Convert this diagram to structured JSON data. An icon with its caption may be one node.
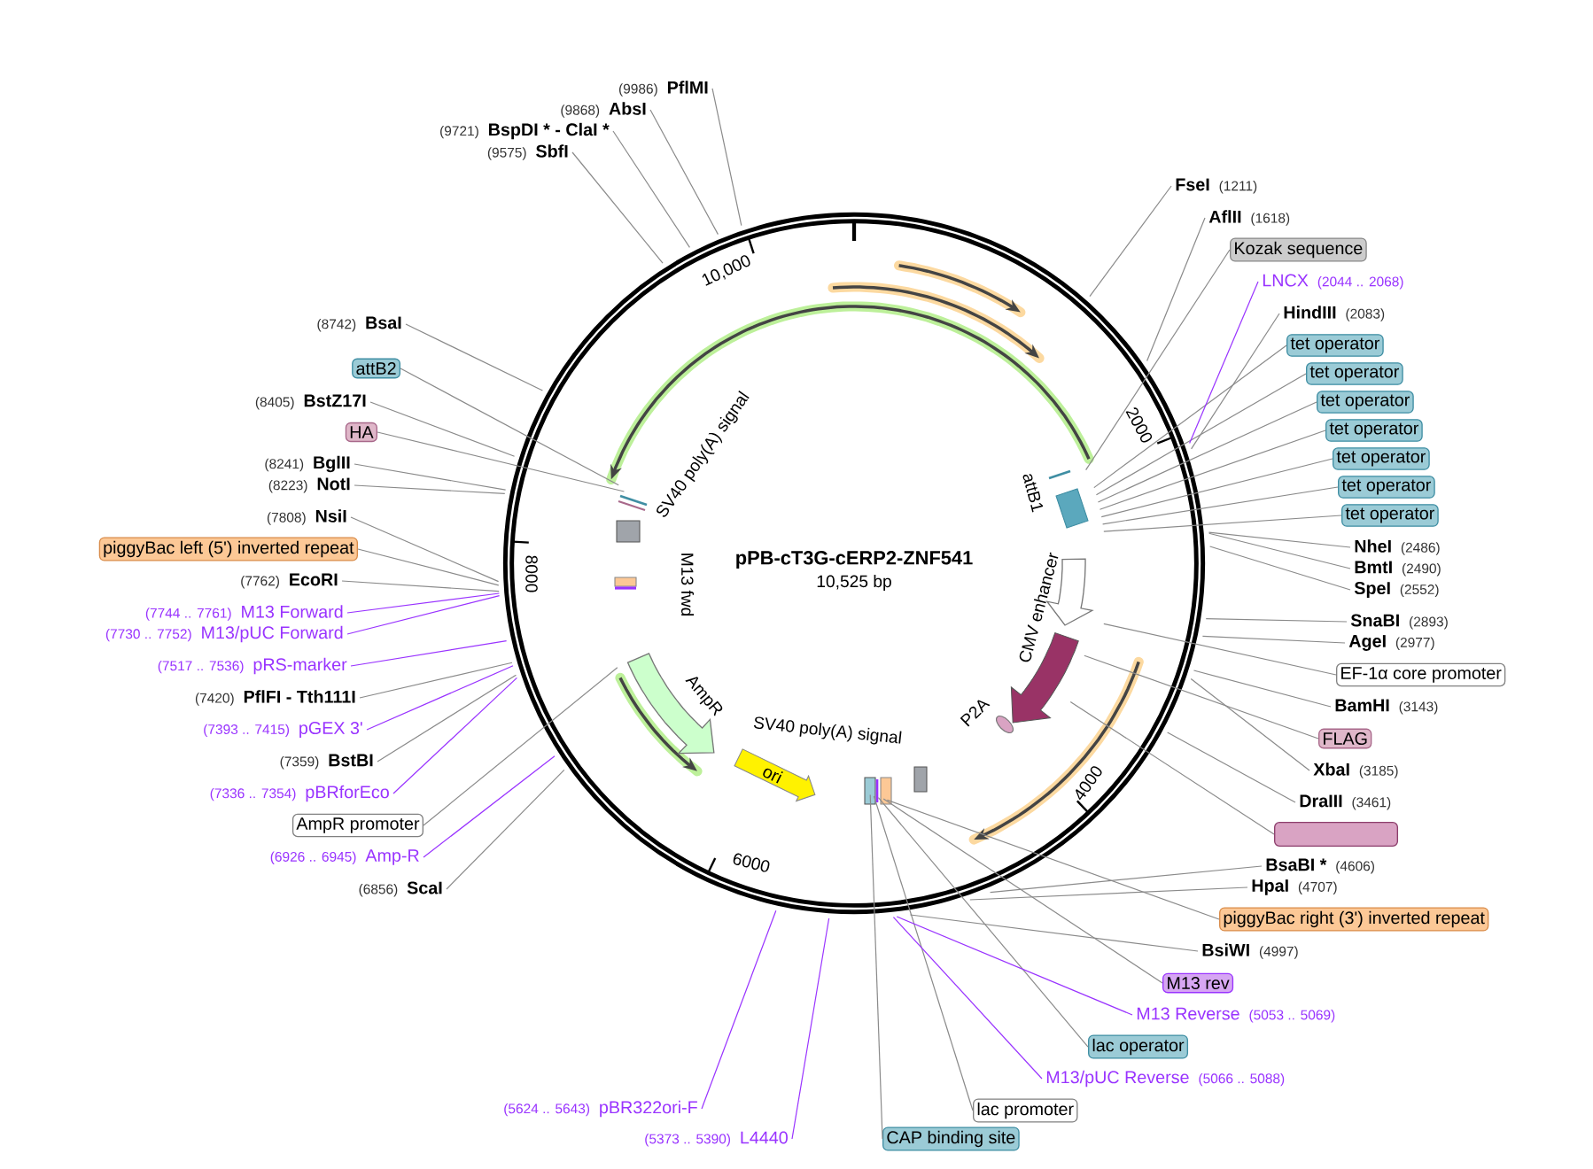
{
  "diagram": {
    "title": "pPB-cT3G-cERP2-ZNF541",
    "nodes": [
      {
        "text": [
          "(9986)",
          "PflMI"
        ]
      },
      {
        "text": [
          "(9868)",
          "AbsI"
        ]
      },
      {
        "text": [
          "(9721)",
          "BspDI * - ClaI *"
        ]
      },
      {
        "text": [
          "(9575)",
          "SbfI"
        ]
      },
      {
        "text": [
          "(8742)",
          "BsaI"
        ]
      },
      {
        "text": [
          "attB2"
        ]
      },
      {
        "text": [
          "(8405)",
          "BstZ17I"
        ]
      },
      {
        "text": [
          "HA"
        ]
      },
      {
        "text": [
          "(8241)",
          "BglII"
        ]
      },
      {
        "text": [
          "(8223)",
          "NotI"
        ]
      },
      {
        "text": [
          "(7808)",
          "NsiI"
        ]
      },
      {
        "text": [
          "piggyBac left (5') inverted repeat"
        ]
      },
      {
        "text": [
          "(7762)",
          "EcoRI"
        ]
      },
      {
        "text": [
          "(7744 .. 7761)",
          "M13 Forward"
        ]
      },
      {
        "text": [
          "(7730 .. 7752)",
          "M13/pUC Forward"
        ]
      },
      {
        "text": [
          "(7517 .. 7536)",
          "pRS-marker"
        ]
      },
      {
        "text": [
          "(7420)",
          "PflFI - Tth111I"
        ]
      },
      {
        "text": [
          "(7393 .. 7415)",
          "pGEX 3'"
        ]
      },
      {
        "text": [
          "(7359)",
          "BstBI"
        ]
      },
      {
        "text": [
          "(7336 .. 7354)",
          "pBRforEco"
        ]
      },
      {
        "text": [
          "AmpR promoter"
        ]
      },
      {
        "text": [
          "(6926 .. 6945)",
          "Amp-R"
        ]
      },
      {
        "text": [
          "(6856)",
          "ScaI"
        ]
      },
      {
        "text": [
          "(5624 .. 5643)",
          "pBR322ori-F"
        ]
      },
      {
        "text": [
          "(5373 .. 5390)",
          "L4440"
        ]
      },
      {
        "text": [
          "CAP binding site"
        ]
      },
      {
        "text": [
          "lac promoter"
        ]
      },
      {
        "text": [
          "M13/pUC Reverse",
          "(5066 .. 5088)"
        ]
      },
      {
        "text": [
          "lac operator"
        ]
      },
      {
        "text": [
          "M13 Reverse",
          "(5053 .. 5069)"
        ]
      },
      {
        "text": [
          "M13 rev"
        ]
      },
      {
        "text": [
          "BsiWI",
          "(4997)"
        ]
      },
      {
        "text": [
          "piggyBac right (3') inverted repeat"
        ]
      },
      {
        "text": [
          "HpaI",
          "(4707)"
        ]
      },
      {
        "text": [
          "BsaBI *",
          "(4606)"
        ]
      },
      {
        "text": [],
        "shape": "box"
      },
      {
        "text": [
          "DraIII",
          "(3461)"
        ]
      },
      {
        "text": [
          "XbaI",
          "(3185)"
        ]
      },
      {
        "text": [
          "FLAG"
        ]
      },
      {
        "text": [
          "BamHI",
          "(3143)"
        ]
      },
      {
        "text": [
          "EF-1α core promoter"
        ]
      },
      {
        "text": [
          "AgeI",
          "(2977)"
        ]
      },
      {
        "text": [
          "SnaBI",
          "(2893)"
        ]
      },
      {
        "text": [
          "SpeI",
          "(2552)"
        ]
      },
      {
        "text": [
          "BmtI",
          "(2490)"
        ]
      },
      {
        "text": [
          "NheI",
          "(2486)"
        ]
      },
      {
        "text": [
          "tet operator"
        ]
      },
      {
        "text": [
          "tet operator"
        ]
      },
      {
        "text": [
          "tet operator"
        ]
      },
      {
        "text": [
          "tet operator"
        ]
      },
      {
        "text": [
          "tet operator"
        ]
      },
      {
        "text": [
          "tet operator"
        ]
      },
      {
        "text": [
          "tet operator"
        ]
      },
      {
        "text": [
          "HindIII",
          "(2083)"
        ]
      },
      {
        "text": [
          "LNCX",
          "(2044 .. 2068)"
        ]
      },
      {
        "text": [
          "Kozak sequence"
        ]
      },
      {
        "text": [
          "AflII",
          "(1618)"
        ]
      },
      {
        "text": [
          "FseI",
          "(1211)"
        ]
      },
      {
        "text": [
          "ori"
        ]
      }
    ],
    "edges": [
      {
        "from": 0,
        "to": null,
        "arrow": "none"
      },
      {
        "from": 1,
        "to": null,
        "arrow": "none"
      },
      {
        "from": 2,
        "to": null,
        "arrow": "none"
      },
      {
        "from": 3,
        "to": null,
        "arrow": "none"
      },
      {
        "from": 4,
        "to": null,
        "arrow": "none"
      },
      {
        "from": 5,
        "to": null,
        "arrow": "none"
      },
      {
        "from": 6,
        "to": null,
        "arrow": "none"
      },
      {
        "from": 7,
        "to": null,
        "arrow": "none"
      },
      {
        "from": 8,
        "to": null,
        "arrow": "none"
      },
      {
        "from": 9,
        "to": null,
        "arrow": "none"
      },
      {
        "from": 10,
        "to": null,
        "arrow": "none"
      },
      {
        "from": 11,
        "to": null,
        "arrow": "none"
      },
      {
        "from": 12,
        "to": null,
        "arrow": "none"
      },
      {
        "from": 13,
        "to": null,
        "arrow": "none",
        "color": "#9933ff"
      },
      {
        "from": 14,
        "to": null,
        "arrow": "none",
        "color": "#9933ff"
      },
      {
        "from": 15,
        "to": null,
        "arrow": "none",
        "color": "#9933ff"
      },
      {
        "from": 16,
        "to": null,
        "arrow": "none"
      },
      {
        "from": 17,
        "to": null,
        "arrow": "none",
        "color": "#9933ff"
      },
      {
        "from": 18,
        "to": null,
        "arrow": "none"
      },
      {
        "from": 19,
        "to": null,
        "arrow": "none",
        "color": "#9933ff"
      },
      {
        "from": 20,
        "to": null,
        "arrow": "none"
      },
      {
        "from": 21,
        "to": null,
        "arrow": "none",
        "color": "#9933ff"
      },
      {
        "from": 22,
        "to": null,
        "arrow": "none"
      },
      {
        "from": 23,
        "to": null,
        "arrow": "none",
        "color": "#9933ff"
      },
      {
        "from": 24,
        "to": null,
        "arrow": "none",
        "color": "#9933ff"
      },
      {
        "from": 25,
        "to": null,
        "arrow": "none"
      },
      {
        "from": 26,
        "to": null,
        "arrow": "none"
      },
      {
        "from": 27,
        "to": null,
        "arrow": "none",
        "color": "#9933ff"
      },
      {
        "from": 28,
        "to": null,
        "arrow": "none"
      },
      {
        "from": 29,
        "to": null,
        "arrow": "none",
        "color": "#9933ff"
      },
      {
        "from": 30,
        "to": null,
        "arrow": "none"
      },
      {
        "from": 31,
        "to": null,
        "arrow": "none"
      },
      {
        "from": 32,
        "to": null,
        "arrow": "none"
      },
      {
        "from": 33,
        "to": null,
        "arrow": "none"
      },
      {
        "from": 34,
        "to": null,
        "arrow": "none"
      },
      {
        "from": 35,
        "to": null,
        "arrow": "none"
      },
      {
        "from": 36,
        "to": null,
        "arrow": "none"
      },
      {
        "from": 37,
        "to": null,
        "arrow": "none"
      },
      {
        "from": 38,
        "to": null,
        "arrow": "none"
      },
      {
        "from": 39,
        "to": null,
        "arrow": "none"
      },
      {
        "from": 40,
        "to": null,
        "arrow": "none"
      },
      {
        "from": 41,
        "to": null,
        "arrow": "none"
      },
      {
        "from": 42,
        "to": null,
        "arrow": "none"
      },
      {
        "from": 43,
        "to": null,
        "arrow": "none"
      },
      {
        "from": 44,
        "to": null,
        "arrow": "none"
      },
      {
        "from": 45,
        "to": null,
        "arrow": "none"
      },
      {
        "from": 46,
        "to": null,
        "arrow": "none"
      },
      {
        "from": 47,
        "to": null,
        "arrow": "none"
      },
      {
        "from": 48,
        "to": null,
        "arrow": "none"
      },
      {
        "from": 49,
        "to": null,
        "arrow": "none"
      },
      {
        "from": 50,
        "to": null,
        "arrow": "none"
      },
      {
        "from": 51,
        "to": null,
        "arrow": "none"
      },
      {
        "from": 52,
        "to": null,
        "arrow": "none"
      },
      {
        "from": 53,
        "to": null,
        "arrow": "none"
      },
      {
        "from": 54,
        "to": null,
        "arrow": "none",
        "color": "#9933ff"
      },
      {
        "from": 55,
        "to": null,
        "arrow": "none"
      },
      {
        "from": 56,
        "to": null,
        "arrow": "none"
      },
      {
        "from": 57,
        "to": null,
        "arrow": "none"
      }
    ],
    "labels": [
      "10,525 bp",
      "10,000",
      "2000",
      "4000",
      "6000",
      "8000",
      "SV40 poly(A) signal",
      "M13 fwd",
      "AmpR",
      "SV40 poly(A) signal",
      "attB1",
      "CMV enhancer",
      "P2A"
    ]
  }
}
